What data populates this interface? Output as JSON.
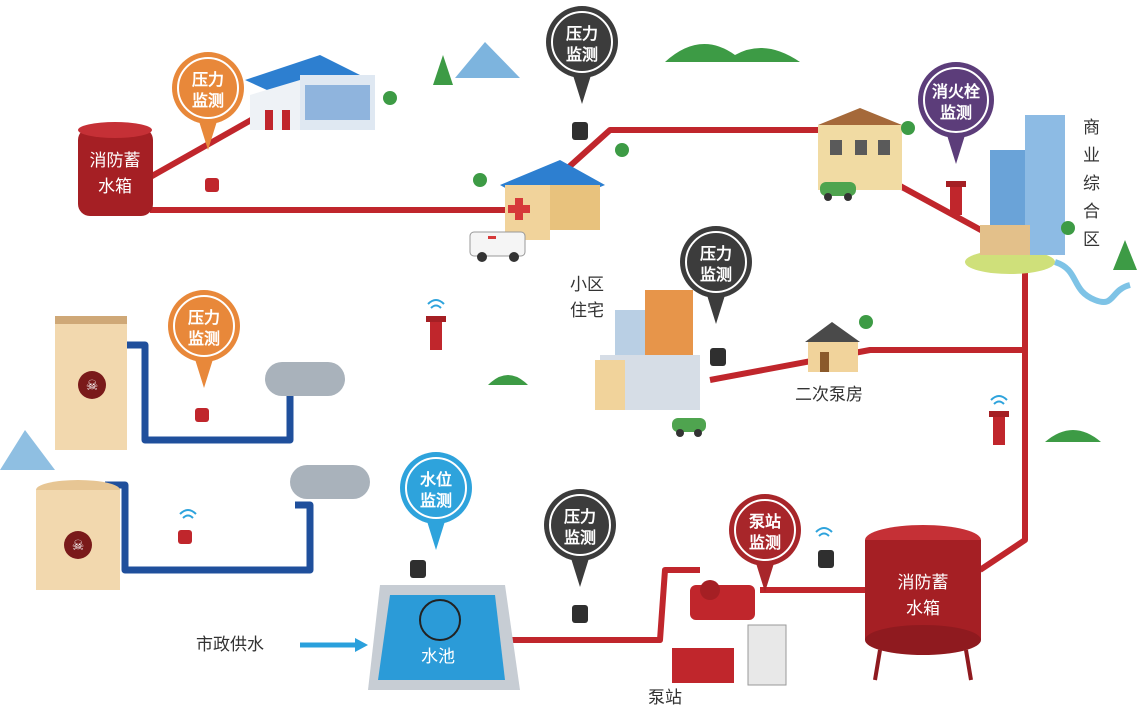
{
  "tanks": {
    "top_left": [
      "消防蓄",
      "水箱"
    ],
    "bottom_right": [
      "消防蓄",
      "水箱"
    ]
  },
  "pins": {
    "pressure": [
      "压力",
      "监测"
    ],
    "water_level": [
      "水位",
      "监测"
    ],
    "pump_station": [
      "泵站",
      "监测"
    ],
    "hydrant": [
      "消火栓",
      "监测"
    ]
  },
  "labels": {
    "commercial": [
      "商",
      "业",
      "综",
      "合",
      "区"
    ],
    "residential": [
      "小区",
      "住宅"
    ],
    "secondary_pump": "二次泵房",
    "municipal_supply": "市政供水",
    "pool": "水池",
    "pump_station": "泵站"
  },
  "colors": {
    "pipe_red": "#c0262c",
    "pipe_blue": "#1f4f9c",
    "pin_orange": "#e8883a",
    "pin_dark": "#3c3c3c",
    "pin_blue": "#2ea3dc",
    "pin_purple": "#5c3d7a",
    "pin_red": "#a8262a",
    "arrow_blue": "#2aa0dc"
  }
}
